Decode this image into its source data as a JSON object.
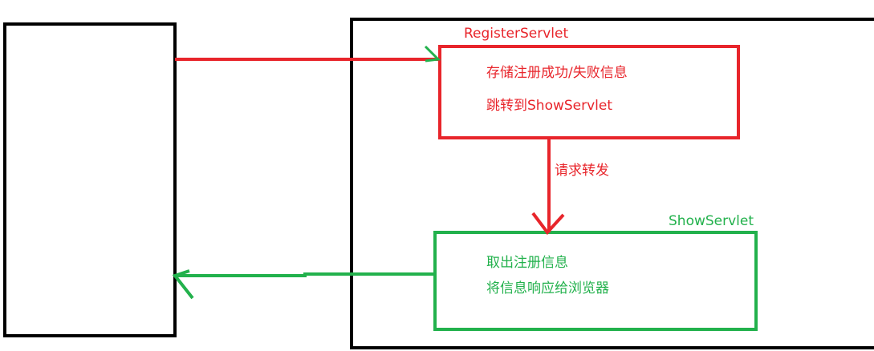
{
  "register_servlet": {
    "title": "RegisterServlet",
    "lines": [
      "存储注册成功/失败信息",
      "跳转到ShowServlet"
    ]
  },
  "forward": {
    "label": "请求转发"
  },
  "show_servlet": {
    "title": "ShowServlet",
    "lines": [
      "取出注册信息",
      "将信息响应给浏览器"
    ]
  },
  "colors": {
    "request": "#e8252b",
    "response": "#22b14c",
    "frame": "#000000"
  }
}
